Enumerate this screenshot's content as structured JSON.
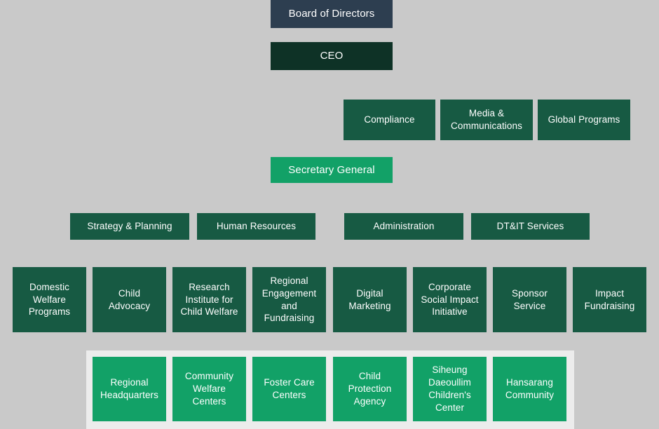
{
  "chart_type": "organizational-chart",
  "colors": {
    "background": "#c9c9c9",
    "board_box": "#2d3e50",
    "ceo_box": "#0e3226",
    "dark_green_box": "#175a43",
    "bright_green_box": "#12a167",
    "field_container": "#ececec",
    "text": "#ffffff"
  },
  "org": {
    "board": {
      "label": "Board of Directors"
    },
    "ceo": {
      "label": "CEO"
    },
    "staff_row": [
      {
        "label": "Compliance"
      },
      {
        "label": "Media & Communications"
      },
      {
        "label": "Global Programs"
      }
    ],
    "secretary_general": {
      "label": "Secretary General"
    },
    "division_row": [
      {
        "label": "Strategy & Planning"
      },
      {
        "label": "Human Resources"
      },
      {
        "label": "Administration"
      },
      {
        "label": "DT&IT Services"
      }
    ],
    "department_row": [
      {
        "label": "Domestic Welfare Programs"
      },
      {
        "label": "Child Advocacy"
      },
      {
        "label": "Research Institute for Child Welfare"
      },
      {
        "label": "Regional Engagement and Fundraising"
      },
      {
        "label": "Digital Marketing"
      },
      {
        "label": "Corporate Social Impact Initiative"
      },
      {
        "label": "Sponsor Service"
      },
      {
        "label": "Impact Fundraising"
      }
    ],
    "field_row": [
      {
        "label": "Regional Headquarters"
      },
      {
        "label": "Community Welfare Centers"
      },
      {
        "label": "Foster Care Centers"
      },
      {
        "label": "Child Protection Agency"
      },
      {
        "label": "Siheung Daeoullim Children's Center"
      },
      {
        "label": "Hansarang Community"
      }
    ]
  }
}
